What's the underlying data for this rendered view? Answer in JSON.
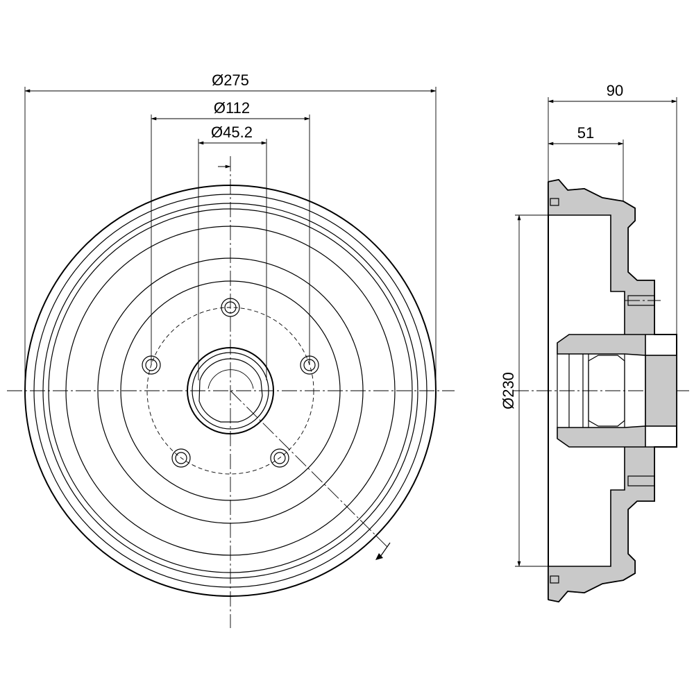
{
  "front_view": {
    "outer_diameter": "Ø275",
    "bolt_circle_diameter": "Ø112",
    "center_bore_diameter": "Ø45.2"
  },
  "side_view": {
    "overall_width": "90",
    "hub_offset": "51",
    "braking_surface_diameter": "Ø230"
  }
}
